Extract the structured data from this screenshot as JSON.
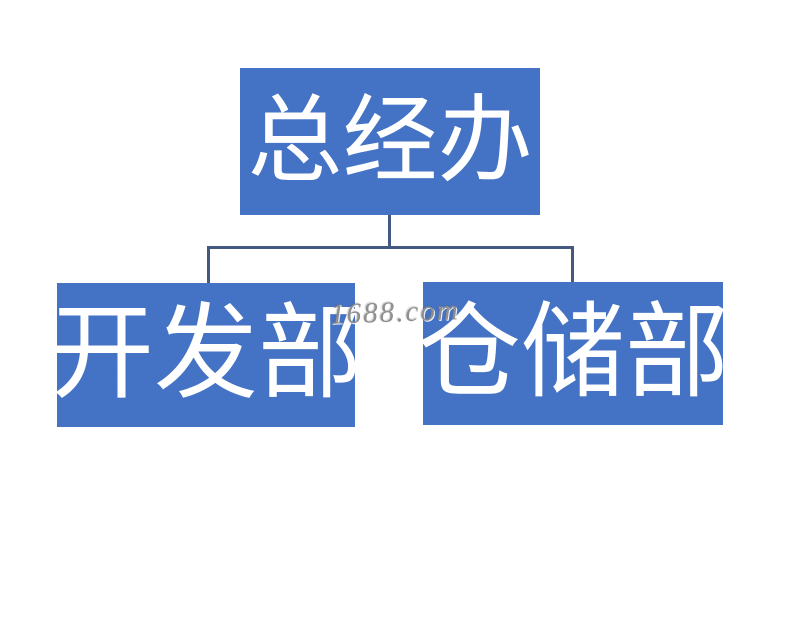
{
  "org_chart": {
    "root": {
      "label": "总经办"
    },
    "children": [
      {
        "label": "开发部"
      },
      {
        "label": "仓储部"
      }
    ]
  },
  "watermark": {
    "text": "1688.com"
  },
  "colors": {
    "background": "#FFFFFF",
    "box_fill": "#4472C4",
    "box_text": "#FFFFFF",
    "connector": "#44597F",
    "watermark_color": "#8F8F8F"
  }
}
